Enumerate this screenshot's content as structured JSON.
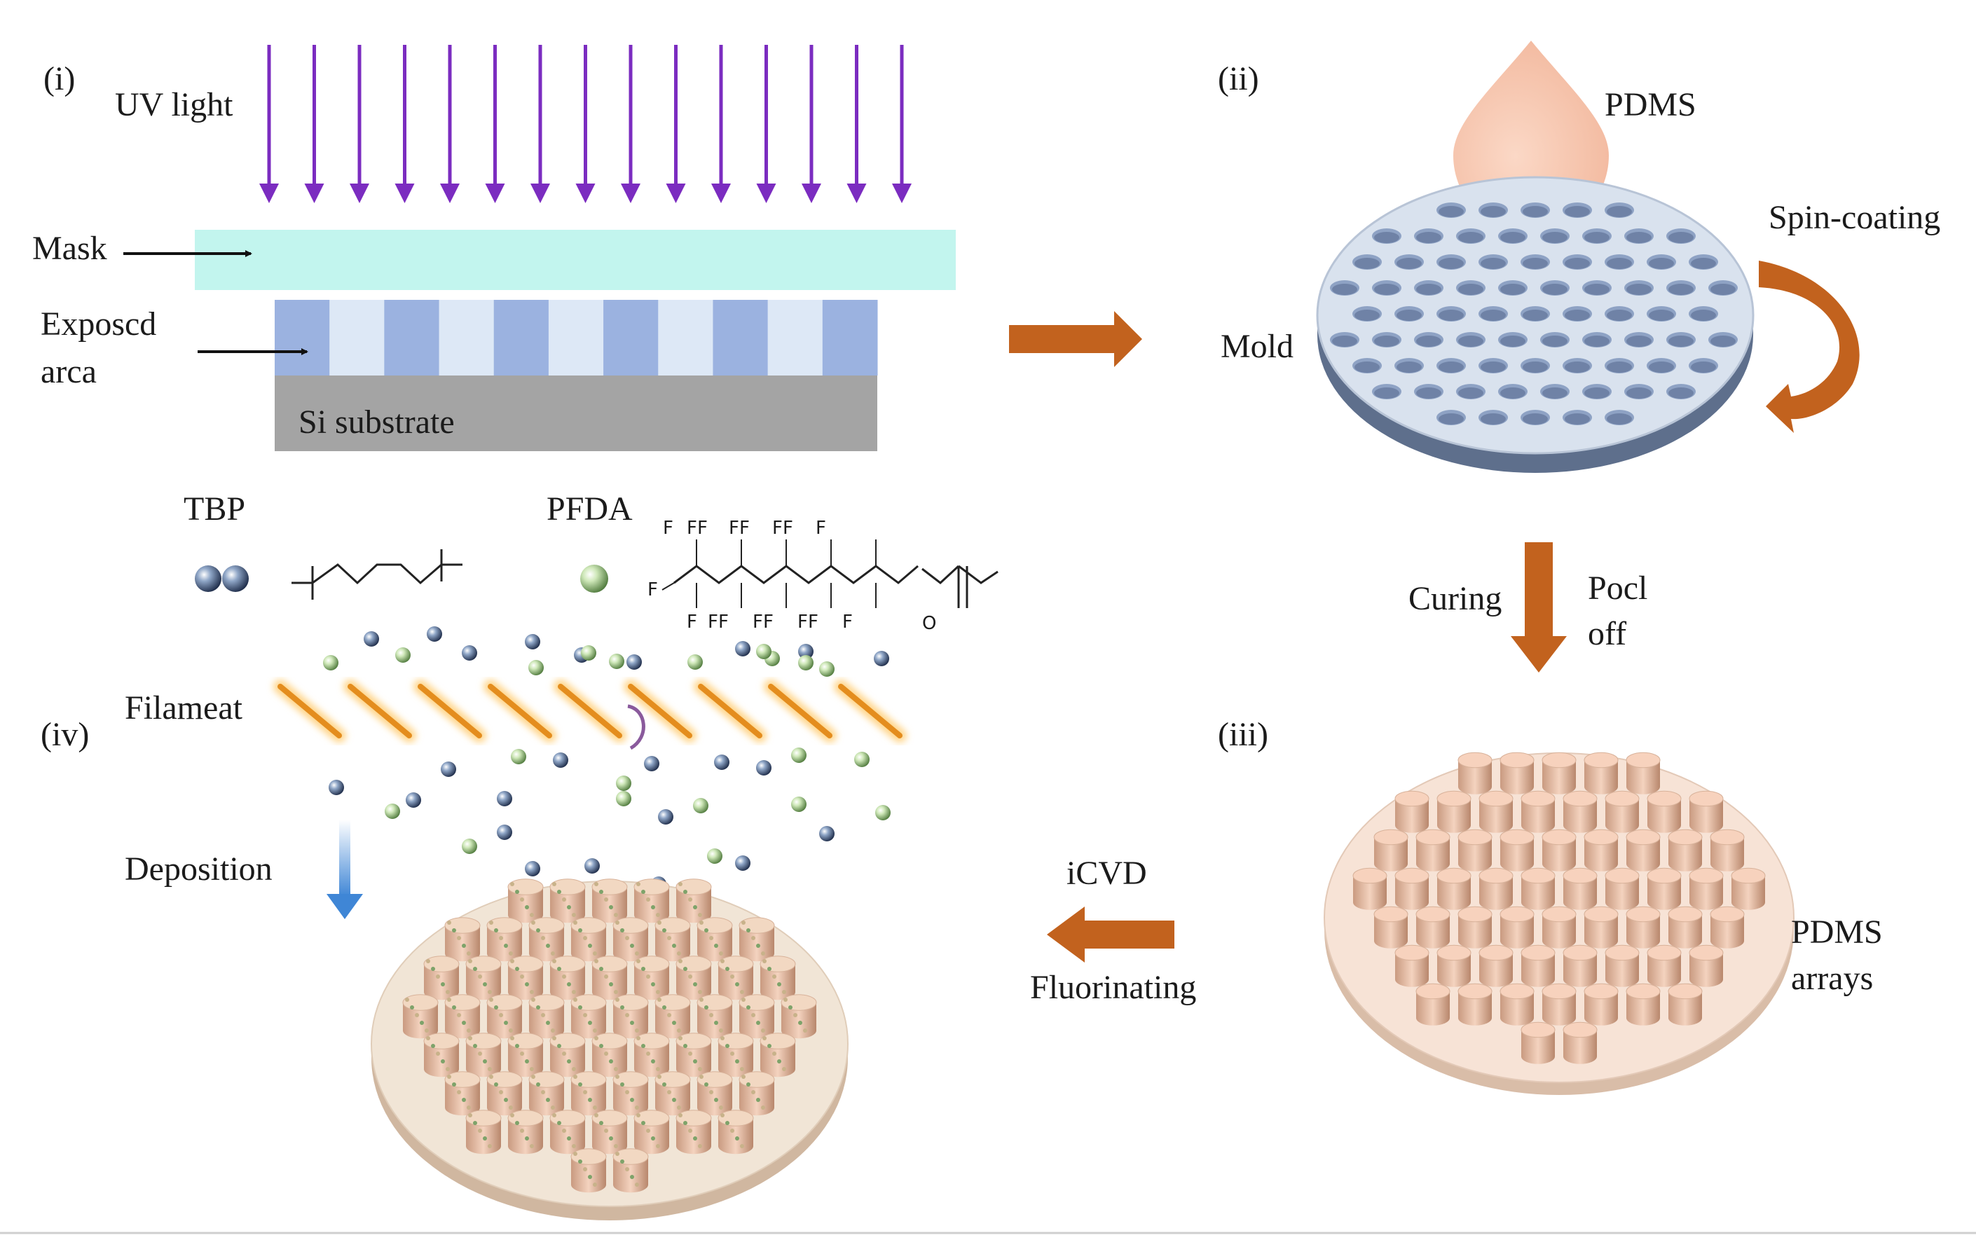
{
  "colors": {
    "uv_arrow": "#7b2cc0",
    "mask": "#c2f5ee",
    "exposed_dark": "#9bb2e0",
    "exposed_light": "#dde8f6",
    "substrate": "#a4a4a4",
    "process_arrow": "#c2621e",
    "pdms": "#f6c6b0",
    "mold_top": "#d9e2ee",
    "filament": "#f0a030",
    "deposition_arrow": "#4a90d9"
  },
  "panels": {
    "i": {
      "label": "(i)",
      "uv_label": "UV light",
      "mask_label": "Mask",
      "exposed_label_line1": "Exposcd",
      "exposed_label_line2": "arca",
      "substrate_label": "Si substrate"
    },
    "ii": {
      "label": "(ii)",
      "pdms_label": "PDMS",
      "spin_label": "Spin-coating",
      "mold_label": "Mold"
    },
    "ii_to_iii": {
      "curing_label": "Curing",
      "peel_line1": "Pocl",
      "peel_line2": "off"
    },
    "iii": {
      "label": "(iii)",
      "arrays_line1": "PDMS",
      "arrays_line2": "arrays"
    },
    "iii_to_iv": {
      "icvd_label": "iCVD",
      "fluorinating_label": "Fluorinating"
    },
    "iv": {
      "label": "(iv)",
      "tbp_label": "TBP",
      "pfda_label": "PFDA",
      "filament_label": "Filameat",
      "deposition_label": "Deposition",
      "pfda_f_top": [
        "F",
        "FF",
        "FF",
        "FF",
        "F"
      ],
      "pfda_f_side": "F",
      "pfda_f_bottom": [
        "F",
        "FF",
        "FF",
        "FF",
        "F"
      ],
      "pfda_carbonyl_o": "O"
    }
  },
  "icons": [
    "uv-arrow",
    "pointer-arrow",
    "process-arrow",
    "spin-arrow",
    "droplet",
    "molecule-sphere",
    "filament-rod"
  ]
}
